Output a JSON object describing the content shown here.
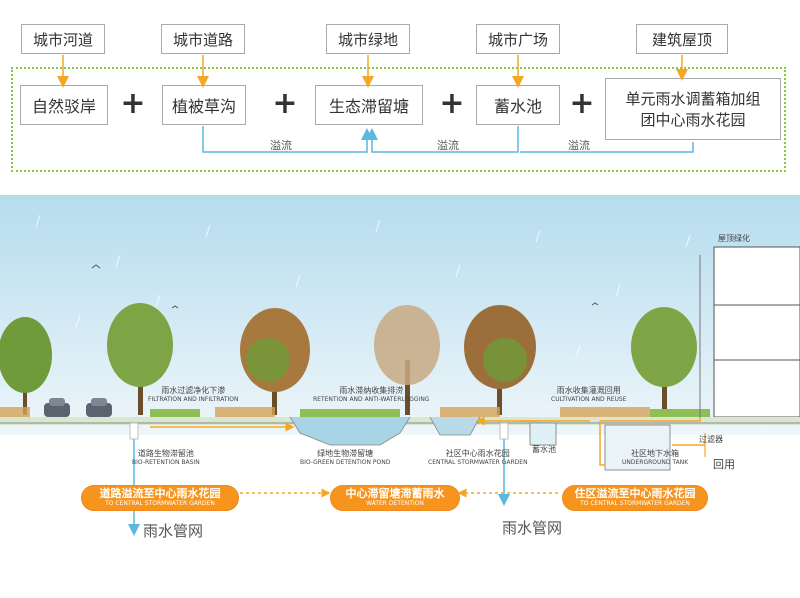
{
  "top_labels": [
    "城市河道",
    "城市道路",
    "城市绿地",
    "城市广场",
    "建筑屋顶"
  ],
  "main_labels": [
    "自然驳岸",
    "植被草沟",
    "生态滞留塘",
    "蓄水池",
    "单元雨水调蓄箱加组",
    "团中心雨水花园"
  ],
  "plus_sign": "+",
  "overflow_label": "溢流",
  "section": {
    "rooftop_green": "屋顶绿化",
    "filtration_cn": "雨水过滤净化下渗",
    "filtration_en": "FILTRATION AND INFILTRATION",
    "retention_cn": "雨水滞纳收集排涝",
    "retention_en": "RETENTION AND ANTI-WATERLOGGING",
    "cultivation_cn": "雨水收集灌溉回用",
    "cultivation_en": "CULTIVATION AND REUSE",
    "road_basin_cn": "道路生物滞留池",
    "road_basin_en": "BIO-RETENTION BASIN",
    "green_pond_cn": "绿地生物滞留塘",
    "green_pond_en": "BIO-GREEN DETENTION POND",
    "community_garden_cn": "社区中心雨水花园",
    "community_garden_en": "CENTRAL STORMWATER GARDEN",
    "storage_pool": "蓄水池",
    "tank_cn": "社区地下水箱",
    "tank_en": "UNDERGROUND TANK",
    "filter": "过滤器",
    "reuse": "回用",
    "pipe_network": "雨水管网"
  },
  "pills": [
    {
      "cn": "道路溢流至中心雨水花园",
      "en": "TO CENTRAL STORMWATER GARDEN"
    },
    {
      "cn": "中心滞留塘滞蓄雨水",
      "en": "WATER DETENTION"
    },
    {
      "cn": "住区溢流至中心雨水花园",
      "en": "TO CENTRAL STORMWATER GARDEN"
    }
  ],
  "colors": {
    "arrow_orange": "#f5a623",
    "pipe_blue": "#5bb8e0",
    "pill_orange": "#f7941d",
    "dotted_green": "#8cc63f"
  }
}
